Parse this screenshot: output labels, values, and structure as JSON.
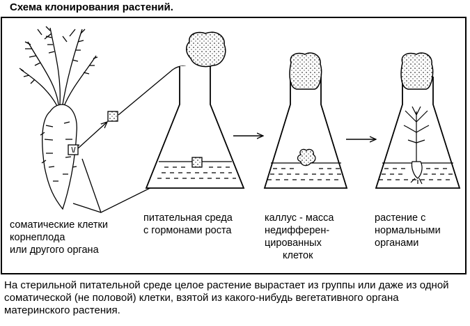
{
  "title": "Схема клонирования растений.",
  "labels": {
    "somatic": [
      "соматические клетки",
      "корнеплода",
      "или другого органа"
    ],
    "medium": [
      "питательная среда",
      "с гормонами роста"
    ],
    "callus": [
      "каллус - масса",
      "недифферен-",
      "цированных",
      "клеток"
    ],
    "plant": [
      "растение с",
      "нормальными",
      "органами"
    ]
  },
  "caption": "На стерильной питательной среде целое растение вырастает из группы или даже из одной соматической (не половой) клетки, взятой из какого-нибудь вегетативного органа материнского растения.",
  "icons": [
    "carrot-icon",
    "flask-icon",
    "cotton-plug-icon",
    "callus-icon",
    "sprout-icon",
    "arrow-icon"
  ]
}
